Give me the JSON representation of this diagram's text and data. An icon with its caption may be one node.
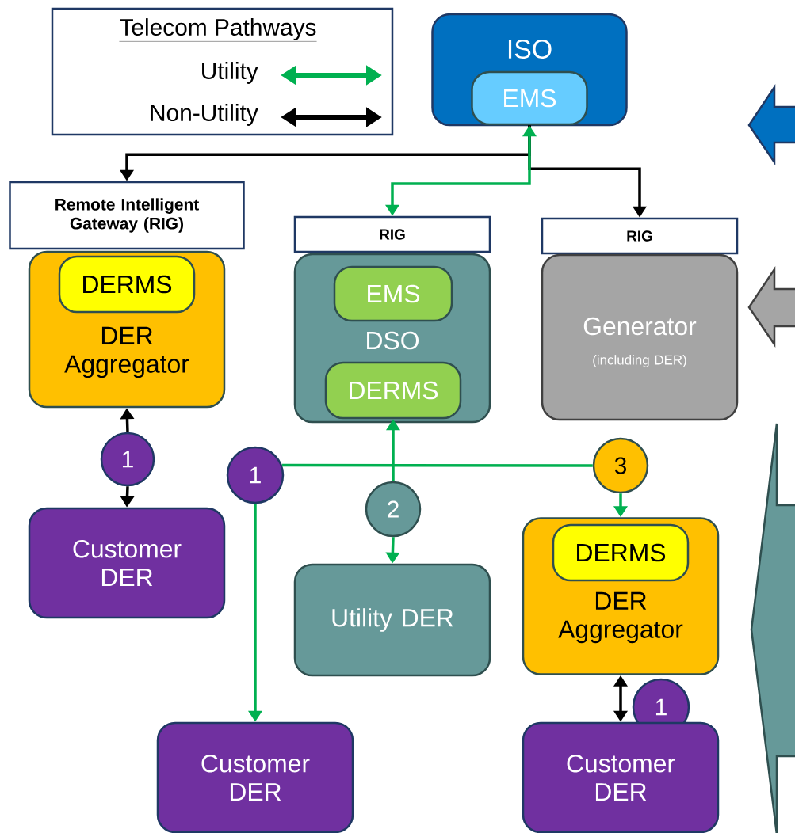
{
  "diagram": {
    "nodes": [
      {
        "text": [
          "ISO"
        ]
      },
      {
        "text": [
          "EMS"
        ],
        "in": 0
      },
      {
        "text": [
          "Remote Intelligent Gateway (RIG)"
        ]
      },
      {
        "text": [
          "DER Aggregator"
        ]
      },
      {
        "text": [
          "DERMS"
        ],
        "in": 3
      },
      {
        "text": [
          "RIG"
        ]
      },
      {
        "text": [
          "DSO"
        ]
      },
      {
        "text": [
          "EMS"
        ],
        "in": 6
      },
      {
        "text": [
          "DERMS"
        ],
        "in": 6
      },
      {
        "text": [
          "RIG"
        ]
      },
      {
        "text": [
          "Generator",
          "(including DER)"
        ]
      },
      {
        "text": [
          "1"
        ]
      },
      {
        "text": [
          "Customer DER"
        ]
      },
      {
        "text": [
          "1"
        ]
      },
      {
        "text": [
          "2"
        ]
      },
      {
        "text": [
          "3"
        ]
      },
      {
        "text": [
          "Utility DER"
        ]
      },
      {
        "text": [
          "DER Aggregator"
        ]
      },
      {
        "text": [
          "DERMS"
        ],
        "in": 17
      },
      {
        "text": [
          "1"
        ]
      },
      {
        "text": [
          "Customer DER"
        ]
      },
      {
        "text": [
          "Customer DER"
        ]
      }
    ],
    "edges": [
      {
        "from": 1,
        "to": 2,
        "arrow": "to",
        "color": "#000000"
      },
      {
        "from": 1,
        "to": 9,
        "arrow": "to",
        "color": "#000000"
      },
      {
        "from": 5,
        "to": 1,
        "arrow": "both"
      },
      {
        "from": 11,
        "to": 3,
        "arrow": "to",
        "color": "#000000"
      },
      {
        "from": 11,
        "to": 12,
        "arrow": "to",
        "color": "#000000"
      },
      {
        "from": 14,
        "to": 8,
        "arrow": "to"
      },
      {
        "from": 14,
        "to": 16,
        "arrow": "to"
      },
      {
        "from": 13,
        "to": 15,
        "arrow": "none"
      },
      {
        "from": 13,
        "to": 20,
        "arrow": "to"
      },
      {
        "from": 15,
        "to": 17,
        "arrow": "to"
      },
      {
        "from": 17,
        "to": 21,
        "arrow": "both",
        "color": "#000000"
      }
    ],
    "labels": [
      "Telecom Pathways"
    ],
    "legend": [
      {
        "text": "Utility"
      },
      {
        "text": "Non-Utility"
      }
    ]
  }
}
